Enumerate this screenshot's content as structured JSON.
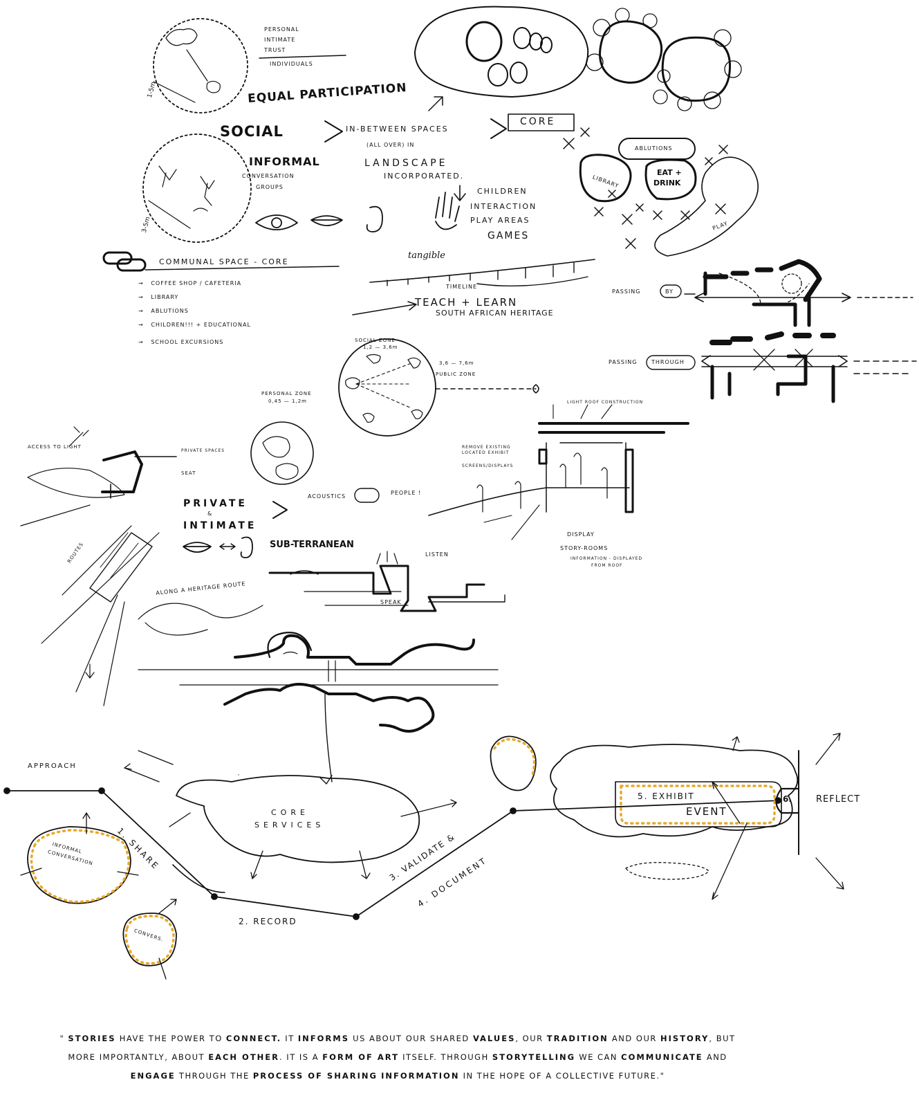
{
  "accent_color": "#e8a92a",
  "ink_color": "#111111",
  "notes_top": {
    "personal": "PERSONAL",
    "intimate": "INTIMATE",
    "trust": "TRUST",
    "individuals": "INDIVIDUALS",
    "equal_participation": "EQUAL PARTICIPATION",
    "social": "SOCIAL",
    "informal": "INFORMAL",
    "conversation_groups_1": "CONVERSATION",
    "conversation_groups_2": "GROUPS",
    "in_between_1": "IN-BETWEEN SPACES",
    "in_between_2": "(ALL OVER) IN",
    "landscape": "LANDSCAPE",
    "incorporated": "INCORPORATED.",
    "core": "CORE",
    "children": "CHILDREN",
    "interaction": "INTERACTION",
    "play_areas": "PLAY AREAS",
    "games": "GAMES",
    "tangible": "tangible",
    "timeline": "TIMELINE",
    "teach_learn": "TEACH + LEARN",
    "heritage": "SOUTH AFRICAN HERITAGE",
    "dim_1": "1-5m",
    "dim_2": "3-5m"
  },
  "communal": {
    "title": "COMMUNAL SPACE - CORE",
    "items": [
      "COFFEE SHOP / CAFETERIA",
      "LIBRARY",
      "ABLUTIONS",
      "CHILDREN!!! + EDUCATIONAL",
      "SCHOOL EXCURSIONS"
    ]
  },
  "bubble_plan": {
    "ablutions": "ABLUTIONS",
    "library": "LIBRARY",
    "eat_drink_1": "EAT +",
    "eat_drink_2": "DRINK",
    "play": "PLAY"
  },
  "passing": {
    "passing_by_1": "PASSING",
    "passing_by_2": "BY",
    "passing_through_1": "PASSING",
    "passing_through_2": "THROUGH"
  },
  "zones": {
    "social_zone": "SOCIAL ZONE",
    "social_dim": "1,2 — 3,6m",
    "public_zone": "PUBLIC ZONE",
    "public_dim": "3,6 — 7,6m",
    "personal_zone": "PERSONAL ZONE",
    "personal_dim": "0,45 — 1,2m"
  },
  "middle": {
    "access_light": "ACCESS TO LIGHT",
    "private": "PRIVATE",
    "amp": "&",
    "intimate": "INTIMATE",
    "acoustics": "ACOUSTICS",
    "acoustics_end": "PEOPLE !",
    "subterranean": "SUB-TERRANEAN",
    "listen": "LISTEN",
    "speak": "SPEAK",
    "heritage_route": "ALONG A HERITAGE ROUTE",
    "display": "DISPLAY",
    "story_rooms": "STORY-ROOMS",
    "info_1": "INFORMATION - DISPLAYED",
    "info_2": "FROM ROOF",
    "light_roof": "LIGHT ROOF CONSTRUCTION",
    "existing_1": "REMOVE EXISTING",
    "existing_2": "LOCATED EXHIBIT",
    "screens": "SCREENS/DISPLAYS",
    "private_space": "PRIVATE SPACES",
    "seat": "SEAT",
    "routes": "ROUTES"
  },
  "process": {
    "approach": "APPROACH",
    "core_1": "CORE",
    "core_2": "SERVICES",
    "share": "1. SHARE",
    "record": "2. RECORD",
    "validate": "3. VALIDATE &",
    "document": "4. DOCUMENT",
    "exhibit": "5. EXHIBIT",
    "event": "EVENT",
    "six": "6.",
    "reflect": "REFLECT",
    "informal_1": "INFORMAL",
    "informal_2": "CONVERSATION",
    "convers": "CONVERS."
  },
  "quote": {
    "open": "\" ",
    "w1": "STORIES",
    "t1": " HAVE THE POWER TO ",
    "w2": "CONNECT.",
    "t2": " IT ",
    "w3": "INFORMS",
    "t3": " US ABOUT OUR SHARED ",
    "w4": "VALUES",
    "t4": ", OUR ",
    "w5": "TRADITION",
    "t5": " AND OUR ",
    "w6": "HISTORY",
    "t6": ", BUT MORE IMPORTANTLY, ABOUT ",
    "w7": "EACH OTHER",
    "t7": ". IT IS A ",
    "w8": "FORM OF ART",
    "t8": " ITSELF. THROUGH ",
    "w9": "STORYTELLING",
    "t9": " WE CAN ",
    "w10": "COMMUNICATE",
    "t10": " AND ",
    "w11": "ENGAGE",
    "t11": " THROUGH THE ",
    "w12": "PROCESS OF SHARING",
    "t12": " ",
    "w13": "INFORMATION",
    "t13": " IN THE HOPE OF A COLLECTIVE FUTURE.",
    "close": "\""
  }
}
